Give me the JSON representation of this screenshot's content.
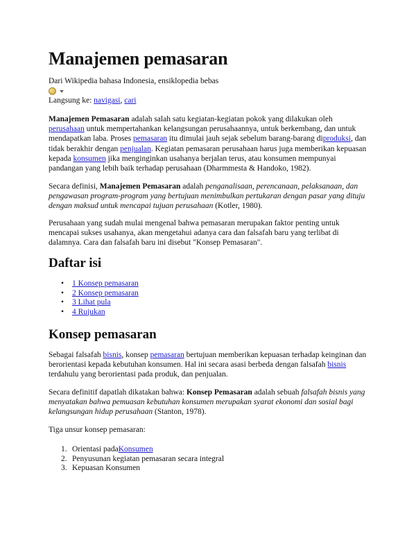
{
  "title": "Manajemen pemasaran",
  "subtitle": "Dari Wikipedia bahasa Indonesia, ensiklopedia bebas",
  "jump": {
    "label": "Langsung ke: ",
    "nav": "navigasi",
    "sep": ", ",
    "search": "cari"
  },
  "intro": {
    "t1_bold": "Manajemen Pemasaran",
    "t2": " adalah salah satu kegiatan-kegiatan pokok yang dilakukan oleh ",
    "l_perusahaan": "perusahaan",
    "t3": " untuk mempertahankan kelangsungan perusahaannya, untuk berkembang, dan untuk mendapatkan laba. Proses ",
    "l_pemasaran": "pemasaran",
    "t4": " itu dimulai jauh sejak sebelum barang-barang di",
    "l_produksi": "produksi",
    "t5": ", dan tidak berakhir dengan ",
    "l_penjualan": "penjualan",
    "t6": ". Kegiatan pemasaran perusahaan harus juga memberikan kepuasan kepada ",
    "l_konsumen": "konsumen",
    "t7": " jika menginginkan usahanya berjalan terus, atau konsumen mempunyai pandangan yang lebih baik terhadap perusahaan (Dharmmesta & Handoko, 1982)."
  },
  "definisi": {
    "t1": "Secara definisi, ",
    "t2_bold": "Manajemen Pemasaran",
    "t3": " adalah ",
    "t4_ital": "penganalisaan, perencanaan, pelaksanaan, dan pengawasan program-program yang bertujuan menimbulkan pertukaran dengan pasar yang dituju dengan maksud untuk mencapai tujuan perusahaan",
    "t5": " (Kotler, 1980)."
  },
  "para3": "Perusahaan yang sudah mulai mengenal bahwa pemasaran merupakan faktor penting untuk mencapai sukses usahanya, akan mengetahui adanya cara dan falsafah baru yang terlibat di dalamnya. Cara dan falsafah baru ini disebut \"Konsep Pemasaran\".",
  "toc": {
    "heading": "Daftar isi",
    "items": [
      "1 Konsep pemasaran",
      "2 Konsep pemasaran",
      "3 Lihat pula",
      "4 Rujukan"
    ]
  },
  "konsep": {
    "heading": "Konsep pemasaran",
    "p1_t1": "Sebagai falsafah ",
    "p1_l1": "bisnis",
    "p1_t2": ", konsep ",
    "p1_l2": "pemasaran",
    "p1_t3": " bertujuan memberikan kepuasan terhadap keinginan dan berorientasi kepada kebutuhan konsumen. Hal ini secara asasi berbeda dengan falsafah ",
    "p1_l3": "bisnis",
    "p1_t4": " terdahulu yang berorientasi pada produk, dan penjualan.",
    "p2_t1": "Secara definitif dapatlah dikatakan bahwa: ",
    "p2_bold": "Konsep Pemasaran",
    "p2_t2": " adalah sebuah ",
    "p2_ital": "falsafah bisnis yang menyatakan bahwa pemuasan kebutuhan konsumen merupakan syarat ekonomi dan sosial bagi kelangsungan hidup perusahaan",
    "p2_t3": " (Stanton, 1978).",
    "p3": "Tiga unsur konsep pemasaran:",
    "list": [
      {
        "n": "1.",
        "t": "Orientasi pada ",
        "link": "Konsumen"
      },
      {
        "n": "2.",
        "t": "Penyusunan kegiatan pemasaran secara integral",
        "link": ""
      },
      {
        "n": "3.",
        "t": "Kepuasan Konsumen",
        "link": ""
      }
    ]
  }
}
